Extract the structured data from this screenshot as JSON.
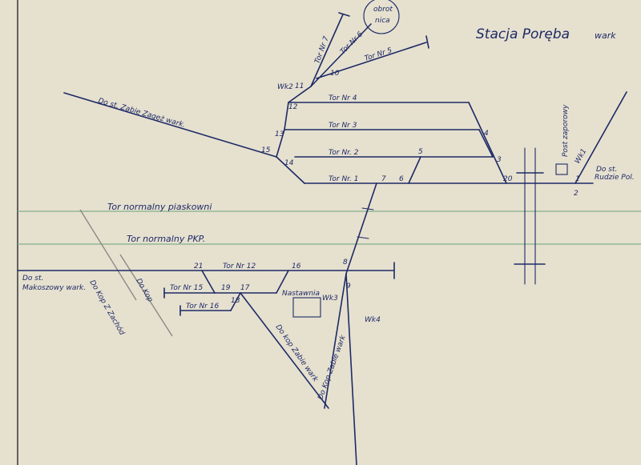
{
  "title": {
    "station": "Stacja Poręba",
    "suffix": "wark"
  },
  "tracks": {
    "t1": "Tor Nr. 1",
    "t2": "Tor Nr. 2",
    "t3": "Tor Nr 3",
    "t4": "Tor Nr 4",
    "t5": "Tor Nr 5",
    "t6": "Tor Nr 6",
    "t7": "Tor Nr 7",
    "t12": "Tor Nr 12",
    "t15": "Tor Nr 15",
    "t16": "Tor Nr 16"
  },
  "normal_tracks": {
    "sand": "Tor normalny piaskowni",
    "pkp": "Tor normalny PKP."
  },
  "labels": {
    "zabie_upper": "Do st. Zabie Zagęż wark.",
    "makoszowy_a": "Do st.",
    "makoszowy_b": "Makoszowy wark.",
    "kop_z_zachod": "Do Kop Z Zachód",
    "kop": "Do Kop",
    "kop_zabie": "Do kop Zabie wark",
    "kop_zabie_2": "Do Kop Zabie wark",
    "rudzie_a": "Do st.",
    "rudzie_b": "Rudzie Pol.",
    "post": "Post zaporowy",
    "turntable_a": "obrot",
    "turntable_b": "nica",
    "wk1": "Wk1",
    "wk2": "Wk2",
    "wk3": "Wk3",
    "wk4": "Wk4",
    "shed": "Nastawnia"
  },
  "switches": {
    "s1": "1",
    "s2": "2",
    "s3": "3",
    "s4": "4",
    "s5": "5",
    "s6": "6",
    "s7": "7",
    "s8": "8",
    "s9": "9",
    "s10": "10",
    "s11": "11",
    "s12": "12",
    "s13": "13",
    "s14": "14",
    "s15": "15",
    "s16": "16",
    "s17": "17",
    "s18": "18",
    "s19": "19",
    "s20": "20",
    "s21": "21"
  },
  "colors": {
    "ink": "#1d2a66",
    "paper": "#e6e0cf",
    "green_rule": "#7fb089"
  }
}
